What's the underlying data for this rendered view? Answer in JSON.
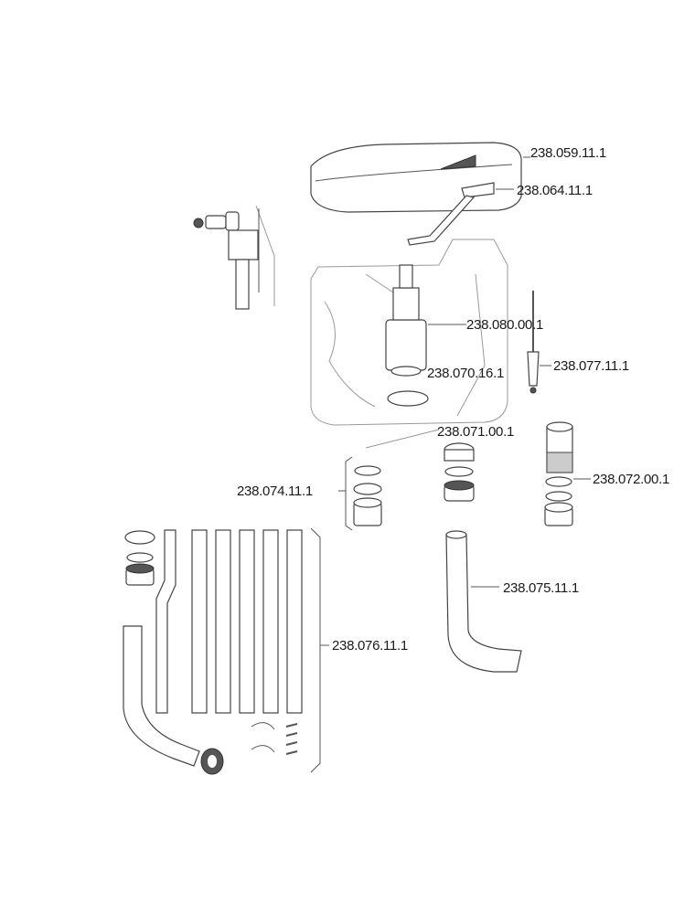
{
  "diagram": {
    "type": "exploded parts diagram",
    "labels": {
      "cover": "238.059.11.1",
      "lever": "238.064.11.1",
      "flush_valve": "238.080.00.1",
      "pull_rod": "238.077.11.1",
      "valve_seal": "238.070.16.1",
      "outlet_connector": "238.071.00.1",
      "left_connector": "238.074.11.1",
      "right_connector": "238.072.00.1",
      "flush_bend": "238.075.11.1",
      "pipe_set": "238.076.11.1"
    }
  }
}
